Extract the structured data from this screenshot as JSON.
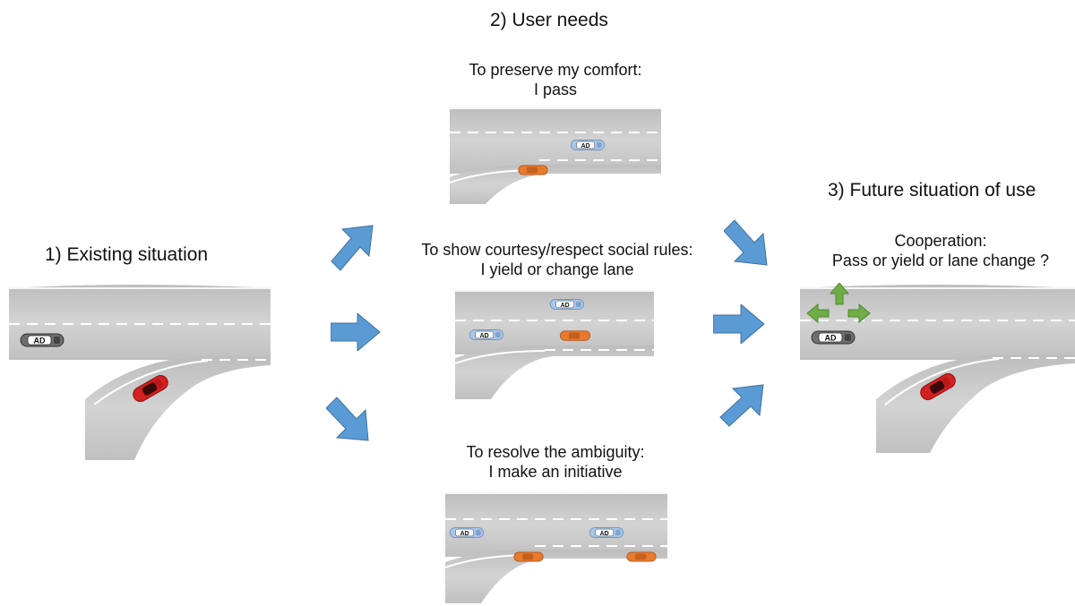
{
  "sections": {
    "existing": "1) Existing situation",
    "user_needs": "2) User needs",
    "future": "3) Future situation of use"
  },
  "needs": [
    {
      "line1": "To preserve my comfort:",
      "line2": "I pass"
    },
    {
      "line1": "To show courtesy/respect social rules:",
      "line2": "I yield or change lane"
    },
    {
      "line1": "To resolve the ambiguity:",
      "line2": "I make an initiative"
    }
  ],
  "future_caption": {
    "line1": "Cooperation:",
    "line2": "Pass or yield or lane change ?"
  },
  "vehicle_label": "AD",
  "colors": {
    "road": "#c8c8c8",
    "lane_mark": "#ffffff",
    "flow_arrow": "#5b9bd5",
    "choice_arrow": "#70ad47",
    "human_car": "#d42020",
    "merging_car": "#e87a2e",
    "ad_car": "#a9c7ea"
  }
}
